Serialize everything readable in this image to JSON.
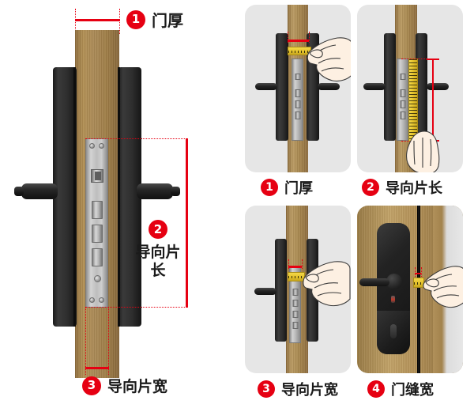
{
  "diagram": {
    "title_hidden": "",
    "main": {
      "callouts": [
        {
          "number": "1",
          "label": "门厚",
          "meaning": "door-thickness"
        },
        {
          "number": "2",
          "label_line1": "导向片",
          "label_line2": "长",
          "label": "导向片长",
          "meaning": "guide-plate-length"
        },
        {
          "number": "3",
          "label": "导向片宽",
          "meaning": "guide-plate-width"
        }
      ]
    },
    "panels": [
      {
        "number": "1",
        "label": "门厚",
        "name": "door-thickness"
      },
      {
        "number": "2",
        "label": "导向片长",
        "name": "guide-plate-length"
      },
      {
        "number": "3",
        "label": "导向片宽",
        "name": "guide-plate-width"
      },
      {
        "number": "4",
        "label": "门缝宽",
        "name": "door-gap-width"
      }
    ]
  },
  "colors": {
    "accent_red": "#e60012",
    "panel_bg": "#e6e6e6",
    "wood": "#a8884f",
    "metal_black": "#222222",
    "guide_silver": "#bdbdbd",
    "tape_yellow": "#e6c52f",
    "page_bg": "#ffffff",
    "text": "#1a1a1a"
  }
}
